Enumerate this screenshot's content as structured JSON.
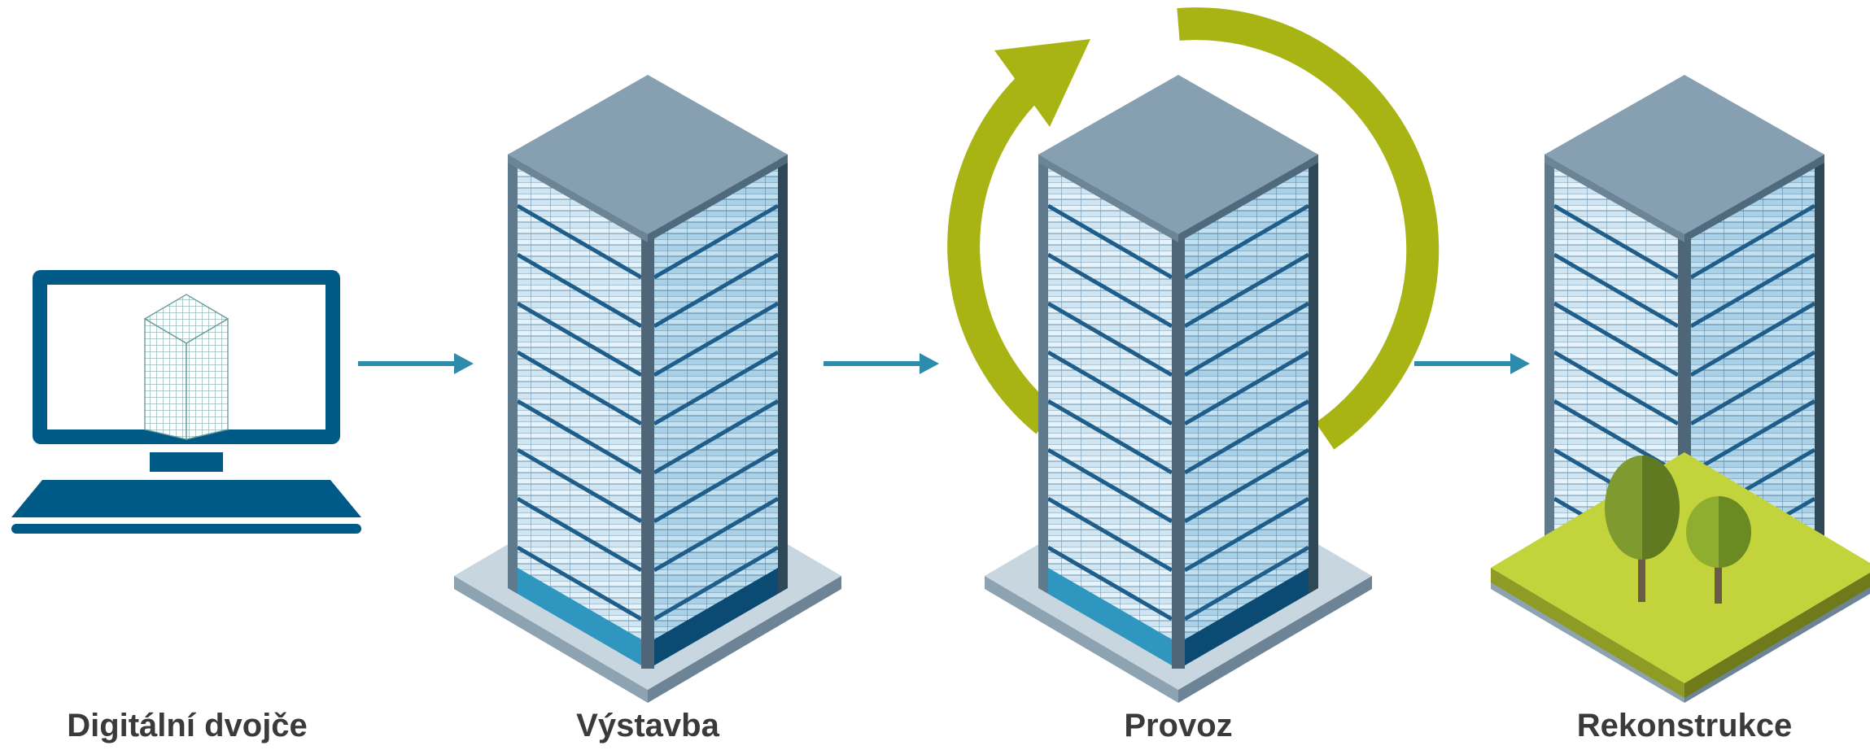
{
  "stages": [
    {
      "label": "Digitální dvojče",
      "icon": "computer-icon"
    },
    {
      "label": "Výstavba",
      "icon": "building-icon"
    },
    {
      "label": "Provoz",
      "icon": "building-icon"
    },
    {
      "label": "Rekonstrukce",
      "icon": "building-with-trees-icon"
    }
  ],
  "connectors": {
    "icon": "arrow-right-icon",
    "count": 3
  },
  "cycle": {
    "icon": "cycle-arrow-icon"
  },
  "colors": {
    "computer_blue": "#005a87",
    "arrow_blue": "#2d8cac",
    "cycle_green": "#a8b414",
    "roof": "#87a0b1",
    "glass_light": "#cfe6f2",
    "glass_mid": "#a9d2e8",
    "base_blue": "#2f96c0",
    "base_dark": "#0a4a73",
    "pillar": "#5f7a8c",
    "plinth": "#c8d6e0",
    "grass": "#c3d33c",
    "tree_green": "#7f9a2e",
    "trunk": "#6b5a4a",
    "label_text": "#3a3a3a"
  }
}
